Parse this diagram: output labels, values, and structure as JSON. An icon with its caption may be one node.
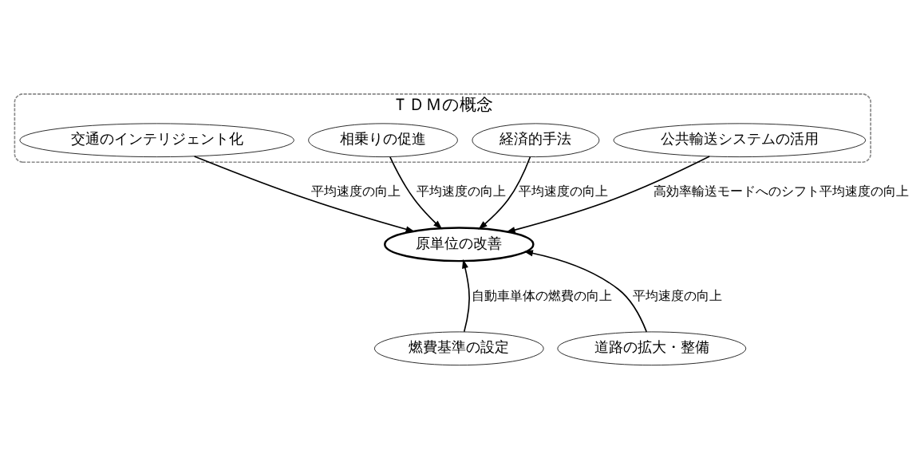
{
  "diagram": {
    "nodes": [
      {
        "text": [
          "ＴＤＭの概念"
        ]
      },
      {
        "text": [
          "交通のインテリジェント化"
        ],
        "in": 0
      },
      {
        "text": [
          "相乗りの促進"
        ],
        "in": 0
      },
      {
        "text": [
          "経済的手法"
        ],
        "in": 0
      },
      {
        "text": [
          "公共輸送システムの活用"
        ],
        "in": 0
      },
      {
        "text": [
          "原単位の改善"
        ]
      },
      {
        "text": [
          "燃費基準の設定"
        ]
      },
      {
        "text": [
          "道路の拡大・整備"
        ]
      }
    ],
    "edges": [
      {
        "from": 3,
        "to": 5,
        "arrow": "to",
        "label": "平均速度の向上"
      },
      {
        "from": 1,
        "to": 5,
        "arrow": "to",
        "label": "平均速度の向上"
      },
      {
        "from": 2,
        "to": 5,
        "arrow": "to",
        "label": "平均速度の向上"
      },
      {
        "from": 4,
        "to": 5,
        "arrow": "to",
        "label": "高効率輸送モードへのシフト平均速度の向上"
      },
      {
        "from": 6,
        "to": 5,
        "arrow": "to",
        "label": "自動車単体の燃費の向上"
      },
      {
        "from": 7,
        "to": 5,
        "arrow": "to",
        "label": "平均速度の向上"
      }
    ]
  }
}
